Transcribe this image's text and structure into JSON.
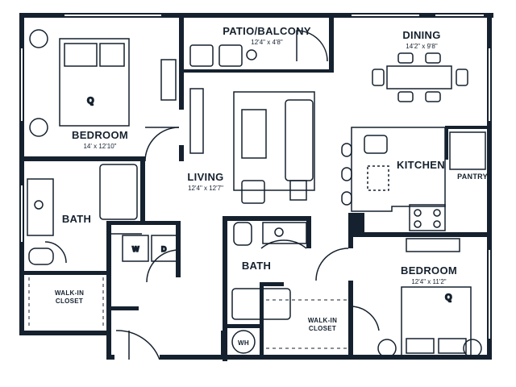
{
  "colors": {
    "ink": "#15212e",
    "background": "#ffffff"
  },
  "rooms": {
    "patio": {
      "name": "PATIO/BALCONY",
      "dims": "12'4\" x 4'8\""
    },
    "dining": {
      "name": "DINING",
      "dims": "14'2\" x 9'8\""
    },
    "bedroom1": {
      "name": "BEDROOM",
      "dims": "14' x 12'10\"",
      "bed_mark": "Q"
    },
    "living": {
      "name": "LIVING",
      "dims": "12'4\" x 12'7\""
    },
    "kitchen": {
      "name": "KITCHEN"
    },
    "pantry": {
      "name": "PANTRY"
    },
    "bath1": {
      "name": "BATH"
    },
    "bath2": {
      "name": "BATH"
    },
    "bedroom2": {
      "name": "BEDROOM",
      "dims": "12'4\" x 11'2\"",
      "bed_mark": "Q"
    },
    "walkin1": {
      "name_line1": "WALK-IN",
      "name_line2": "CLOSET"
    },
    "walkin2": {
      "name_line1": "WALK-IN",
      "name_line2": "CLOSET"
    }
  },
  "laundry": {
    "washer": "W",
    "dryer": "D"
  },
  "water_heater": "WH"
}
